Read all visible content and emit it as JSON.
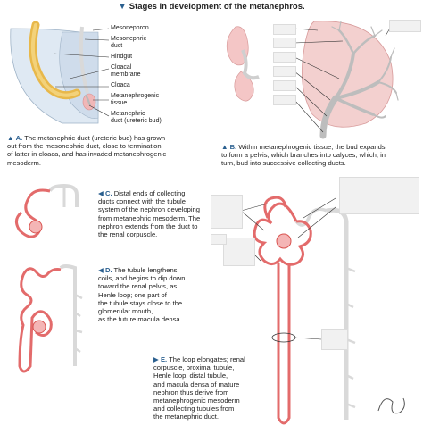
{
  "title": "Stages in development of the metanephros.",
  "panelA": {
    "labels": [
      "Mesonephron",
      "Mesonephric",
      "duct",
      "Hindgut",
      "Cloacal",
      "membrane",
      "Cloaca",
      "Metanephrogenic",
      "tissue",
      "Metanephric",
      "duct (ureteric bud)"
    ],
    "letter": "A.",
    "caption": [
      "The metanephric duct (ureteric bud) has grown",
      "out from the mesonephric duct, close to termination",
      "of latter in cloaca, and has invaded metanephrogenic",
      "mesoderm."
    ]
  },
  "panelB": {
    "letter": "B.",
    "caption": [
      "Within metanephrogenic tissue, the bud expands",
      "to form a pelvis, which branches into calyces, which, in",
      "turn, bud into successive collecting ducts."
    ]
  },
  "panelC": {
    "letter": "C.",
    "caption": [
      "Distal ends of collecting",
      "ducts connect with the tubule",
      "system of the nephron developing",
      "from metanephric mesoderm. The",
      "nephron extends from the duct to",
      "the renal corpuscle."
    ]
  },
  "panelD": {
    "letter": "D.",
    "caption": [
      "The tubule lengthens,",
      "coils, and begins to dip down",
      "toward the renal pelvis, as",
      "Henle loop; one part of",
      "the tubule stays close to the",
      "glomerular mouth,",
      "as the future macula densa."
    ]
  },
  "panelE": {
    "letter": "E.",
    "caption": [
      "The loop elongates; renal",
      "corpuscle, proximal tubule,",
      "Henle loop, distal tubule,",
      "and macula densa of mature",
      "nephron thus derive from",
      "metanephrogenic mesoderm",
      "and collecting tubules from",
      "the metanephric duct."
    ]
  },
  "signature": "F. Netter",
  "colors": {
    "accent": "#2a5f8f",
    "tissue": "#e7a3a3",
    "tubule": "#d9534f",
    "duct": "#b9b9b9"
  }
}
